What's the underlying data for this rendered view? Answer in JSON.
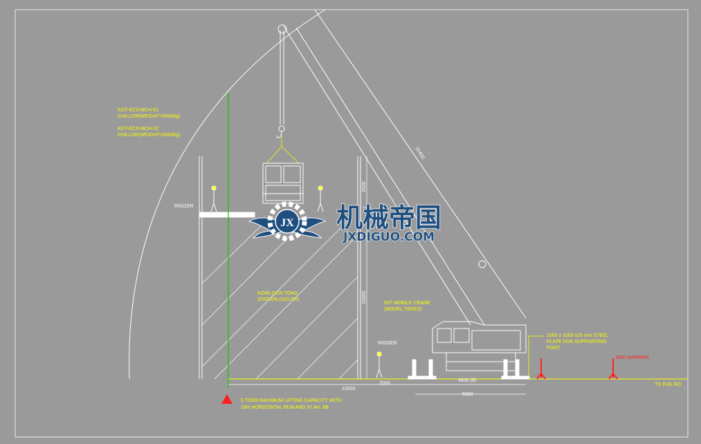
{
  "labels": {
    "chiller1_id": "KOT-ECS-MCH-01",
    "chiller1_weight": "CHILLOR(WEIGHT<5000kg)",
    "chiller2_id": "KOT-ECS-MCH-02",
    "chiller2_weight": "CHILLOR(WEIGHT<5000kg)",
    "rigger_top": "RIGGER",
    "rigger_bottom": "RIGGER",
    "station_line1": "KOWLOON TONG",
    "station_line2": "STATION (SOUTH)",
    "crane_line1": "50T MOBILE CRANE",
    "crane_line2": "(MODEL:TEREX)",
    "plate_line1": "1000 x 1000 x25 mm STEEL",
    "plate_line2": "PLATE FOR SUPPORTING",
    "plate_line3": "FOOT",
    "barrier": "RED BARRIER",
    "road": "TO FUK RO",
    "capacity_line1": "5  TONS MAXIMUM LIFTING CAPACITY WITH",
    "capacity_line2": "18m HORIZONTAL RUN AND 37.4m JIB"
  },
  "dimensions": {
    "jib": "32400",
    "upper": "2500",
    "height": "10300",
    "run": "15000",
    "offset": "2000",
    "outrigger": "4800 (6)",
    "base": "6550"
  },
  "watermark": {
    "cn": "机械帝国",
    "en": "JXDIGUO.COM",
    "emblem": "JX"
  },
  "colors": {
    "background": "#9a9a9a",
    "linework": "#ffffff",
    "annotation": "#ffff00",
    "datum": "#00c800",
    "barrier": "#ff2020",
    "watermark": "#1f4f7f"
  }
}
